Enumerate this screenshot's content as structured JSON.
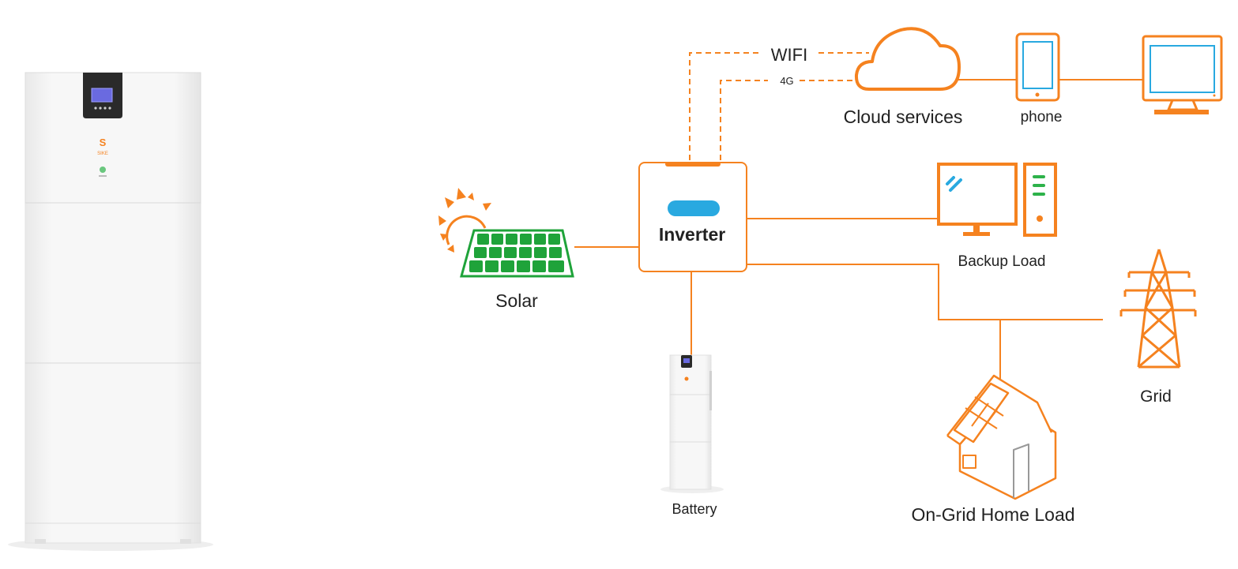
{
  "colors": {
    "accent": "#F5821F",
    "solar_green": "#1FA33A",
    "screen_blue": "#29A9E0",
    "indicator_green": "#2DB24A",
    "text": "#222222",
    "cabinet": "#F2F2F2"
  },
  "product": {
    "brand_mark": "SIKE",
    "icon": "battery-cabinet-icon"
  },
  "labels": {
    "wifi": "WIFI",
    "fourg": "4G",
    "cloud": "Cloud services",
    "phone": "phone",
    "inverter": "Inverter",
    "solar": "Solar",
    "backup_load": "Backup Load",
    "grid": "Grid",
    "battery": "Battery",
    "home_load": "On-Grid Home Load"
  },
  "icons": {
    "cloud": "cloud-icon",
    "phone": "smartphone-icon",
    "computer": "monitor-icon",
    "backup": "desktop-pc-icon",
    "solar": "solar-panel-icon",
    "sun": "sun-icon",
    "grid": "transmission-tower-icon",
    "house": "house-icon",
    "battery": "battery-icon"
  }
}
